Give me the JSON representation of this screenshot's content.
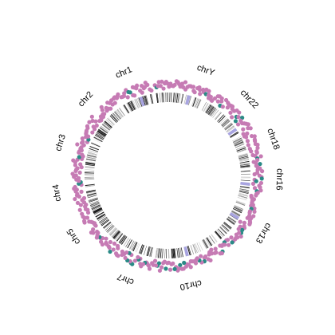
{
  "diagram": {
    "type": "circos",
    "chromosome_labels": [
      {
        "name": "chr1",
        "angle": -23
      },
      {
        "name": "chr2",
        "angle": -47
      },
      {
        "name": "chr3",
        "angle": -73
      },
      {
        "name": "chr4",
        "angle": -99
      },
      {
        "name": "chr5",
        "angle": -123
      },
      {
        "name": "chr7",
        "angle": -158
      },
      {
        "name": "chr10",
        "angle": 168
      },
      {
        "name": "chr13",
        "angle": 121
      },
      {
        "name": "chr16",
        "angle": 92
      },
      {
        "name": "chr18",
        "angle": 71
      },
      {
        "name": "chr22",
        "angle": 47
      },
      {
        "name": "chrY",
        "angle": 20
      }
    ],
    "colors": {
      "point": "#c67bb4",
      "point_secondary": "#2a8a86",
      "band_dark": "#1a1a1a",
      "band_mid": "#8c8c8c",
      "band_light": "#cfcfcf",
      "centromere": "#a8a4e0",
      "background": "#ffffff"
    }
  }
}
